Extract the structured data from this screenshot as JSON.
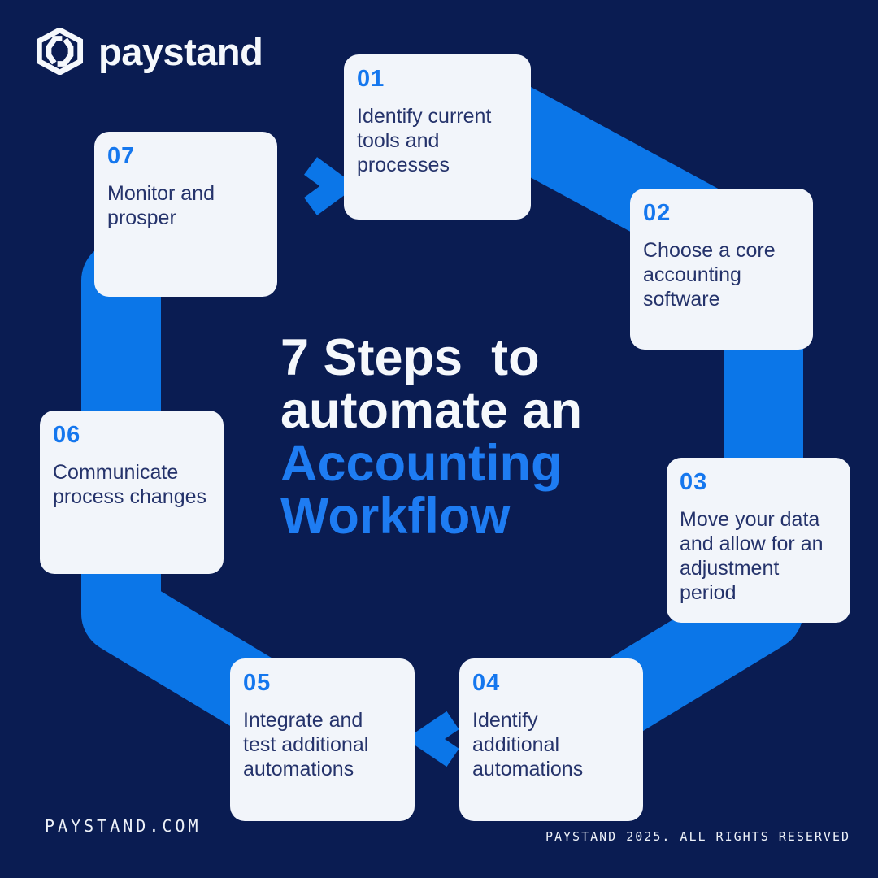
{
  "brand": {
    "logo_text": "paystand"
  },
  "icons": {
    "logo": "paystand-hexagon",
    "flow_forward": "chevron-right",
    "flow_backward": "chevron-left"
  },
  "title": {
    "lines": [
      {
        "text": "7 Steps  to",
        "color": "white"
      },
      {
        "text": "automate an",
        "color": "white"
      },
      {
        "text": "Accounting",
        "color": "blue"
      },
      {
        "text": "Workflow",
        "color": "blue"
      }
    ]
  },
  "steps": [
    {
      "number": "01",
      "text": "Identify current\ntools and\nprocesses"
    },
    {
      "number": "02",
      "text": "Choose a core\naccounting\nsoftware"
    },
    {
      "number": "03",
      "text": "Move your data\nand allow for an\nadjustment\nperiod"
    },
    {
      "number": "04",
      "text": "Identify\nadditional\nautomations"
    },
    {
      "number": "05",
      "text": "Integrate and\ntest additional\nautomations"
    },
    {
      "number": "06",
      "text": "Communicate\nprocess changes"
    },
    {
      "number": "07",
      "text": "Monitor and\nprosper"
    }
  ],
  "footer": {
    "left": "PAYSTAND.COM",
    "right": "PAYSTAND 2025. ALL RIGHTS RESERVED"
  },
  "colors": {
    "navy": "#0A1C52",
    "band_blue": "#0B76E8",
    "title_blue": "#1E7CF2",
    "number_blue": "#1577EE",
    "card_bg": "#F2F5FA",
    "card_text": "#25336B",
    "white_text": "#F5F8FC",
    "footer_text": "#EDF1F8"
  }
}
